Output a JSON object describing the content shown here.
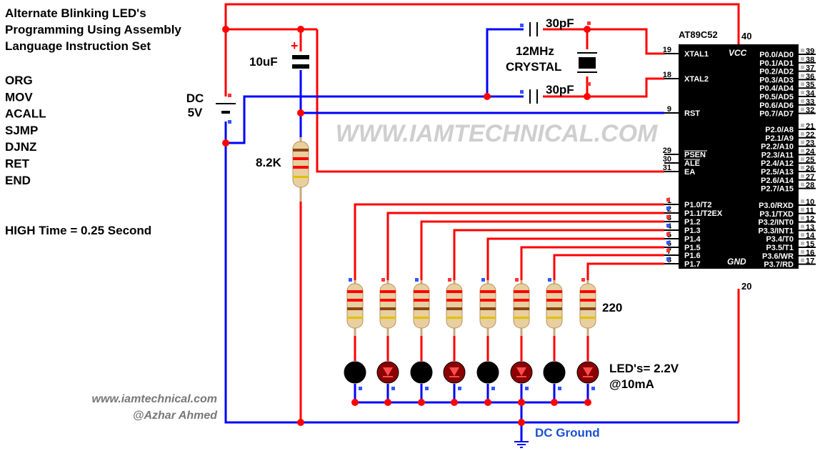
{
  "title": {
    "line1": "Alternate Blinking LED's",
    "line2": "Programming Using Assembly",
    "line3": "Language Instruction Set"
  },
  "instructions": [
    "ORG",
    "MOV",
    "ACALL",
    "SJMP",
    "DJNZ",
    "RET",
    "END"
  ],
  "high_time": "HIGH Time = 0.25 Second",
  "watermark": "WWW.IAMTECHNICAL.COM",
  "credits": {
    "site": "www.iamtechnical.com",
    "author": "@Azhar Ahmed"
  },
  "battery": {
    "line1": "DC",
    "line2": "5V"
  },
  "capacitor_10uf": {
    "label": "10uF",
    "plus": "+"
  },
  "resistor_8k2": "8.2K",
  "crystal": {
    "line1": "12MHz",
    "line2": "CRYSTAL",
    "cap_top": "30pF",
    "cap_bottom": "30pF"
  },
  "ic": {
    "name": "AT89C52",
    "vcc_label": "VCC",
    "gnd_label": "GND",
    "vcc_pin": "40",
    "gnd_pin": "20",
    "left_pins": [
      {
        "num": "19",
        "name": "XTAL1"
      },
      {
        "num": "18",
        "name": "XTAL2"
      },
      {
        "num": "9",
        "name": "RST"
      },
      {
        "num": "29",
        "name": "PSEN"
      },
      {
        "num": "30",
        "name": "ALE"
      },
      {
        "num": "31",
        "name": "EA"
      },
      {
        "num": "1",
        "name": "P1.0/T2"
      },
      {
        "num": "2",
        "name": "P1.1/T2EX"
      },
      {
        "num": "3",
        "name": "P1.2"
      },
      {
        "num": "4",
        "name": "P1.3"
      },
      {
        "num": "5",
        "name": "P1.4"
      },
      {
        "num": "6",
        "name": "P1.5"
      },
      {
        "num": "7",
        "name": "P1.6"
      },
      {
        "num": "8",
        "name": "P1.7"
      }
    ],
    "port0": [
      {
        "num": "39",
        "name": "P0.0/AD0"
      },
      {
        "num": "38",
        "name": "P0.1/AD1"
      },
      {
        "num": "37",
        "name": "P0.2/AD2"
      },
      {
        "num": "36",
        "name": "P0.3/AD3"
      },
      {
        "num": "35",
        "name": "P0.4/AD4"
      },
      {
        "num": "34",
        "name": "P0.5/AD5"
      },
      {
        "num": "33",
        "name": "P0.6/AD6"
      },
      {
        "num": "32",
        "name": "P0.7/AD7"
      }
    ],
    "port2": [
      {
        "num": "21",
        "name": "P2.0/A8"
      },
      {
        "num": "22",
        "name": "P2.1/A9"
      },
      {
        "num": "23",
        "name": "P2.2/A10"
      },
      {
        "num": "24",
        "name": "P2.3/A11"
      },
      {
        "num": "25",
        "name": "P2.4/A12"
      },
      {
        "num": "26",
        "name": "P2.5/A13"
      },
      {
        "num": "27",
        "name": "P2.6/A14"
      },
      {
        "num": "28",
        "name": "P2.7/A15"
      }
    ],
    "port3": [
      {
        "num": "10",
        "name": "P3.0/RXD"
      },
      {
        "num": "11",
        "name": "P3.1/TXD"
      },
      {
        "num": "12",
        "name": "P3.2/INT0"
      },
      {
        "num": "13",
        "name": "P3.3/INT1"
      },
      {
        "num": "14",
        "name": "P3.4/T0"
      },
      {
        "num": "15",
        "name": "P3.5/T1"
      },
      {
        "num": "16",
        "name": "P3.6/WR"
      },
      {
        "num": "17",
        "name": "P3.7/RD"
      }
    ]
  },
  "led_resistor_value": "220",
  "led_spec": {
    "line1": "LED's= 2.2V",
    "line2": "@10mA"
  },
  "led_states": [
    "off",
    "on",
    "off",
    "on",
    "off",
    "on",
    "off",
    "on"
  ],
  "ground_label": "DC Ground",
  "colors": {
    "red_wire": "#ff0000",
    "blue_wire": "#0000ff",
    "ic_body": "#000000",
    "led_on": "#8b0000",
    "led_off": "#000000",
    "watermark": "#cfcfcf"
  }
}
